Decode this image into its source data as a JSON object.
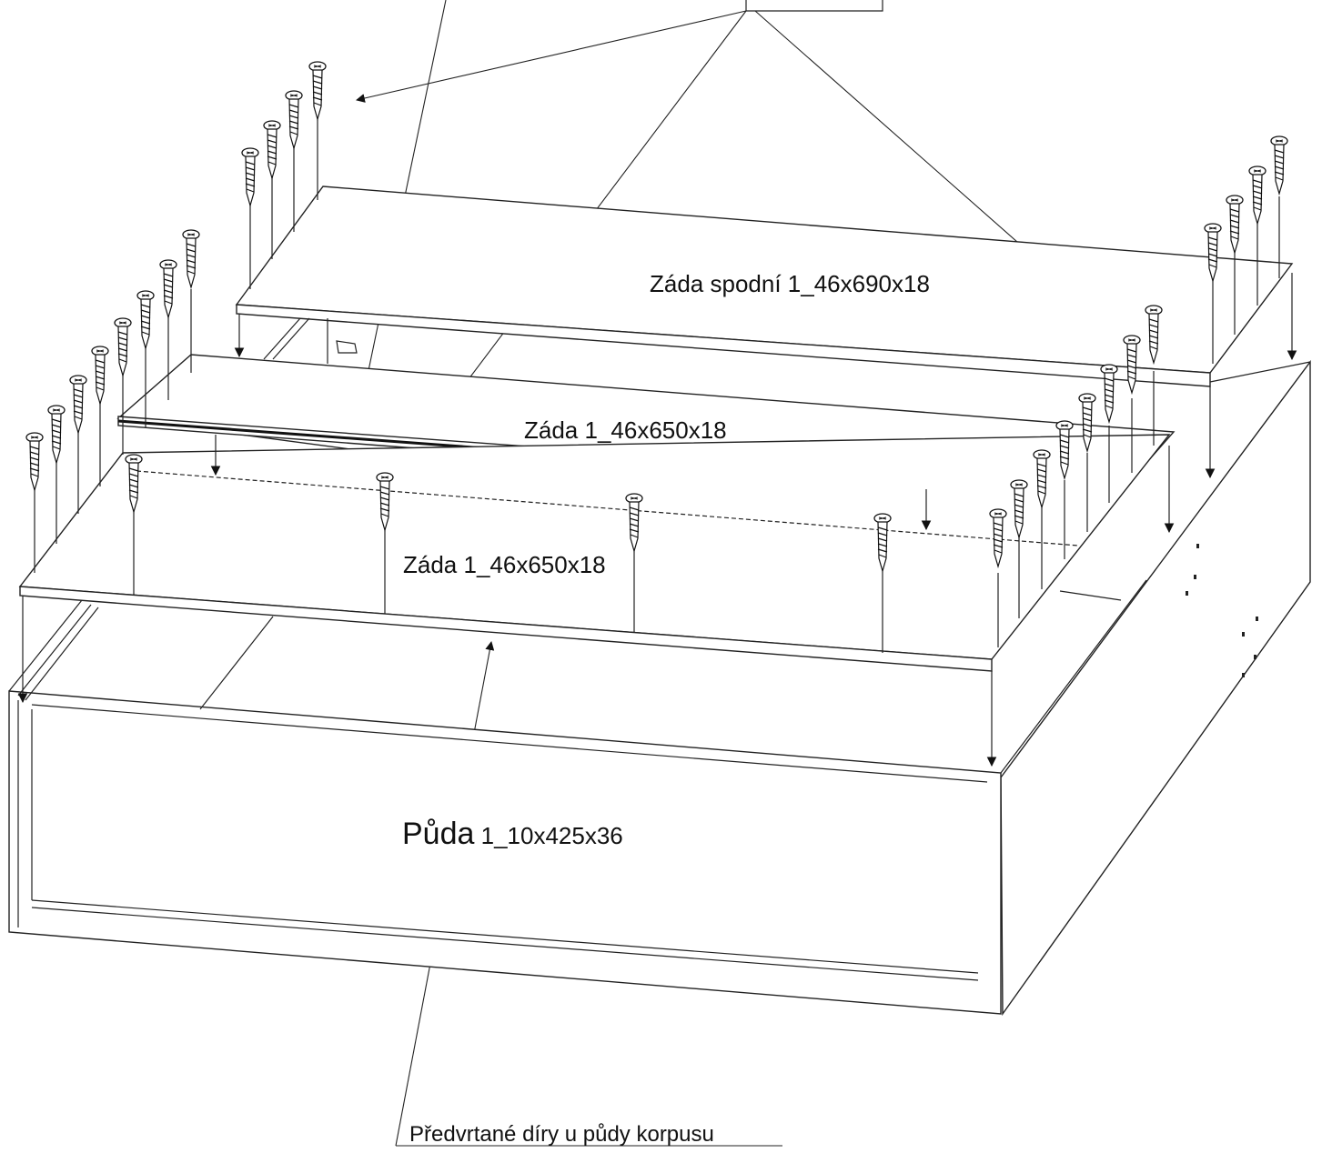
{
  "labels": {
    "zada_spodni": "Záda spodní 1_46x690x18",
    "zada_upper": "Záda 1_46x650x18",
    "zada_lower": "Záda 1_46x650x18",
    "puda_word": "Půda",
    "puda_dims": " 1_10x425x36",
    "predvrtane": "Předvrtané díry u půdy korpusu"
  },
  "icons": {
    "screw": "screw-icon",
    "arrow": "arrow-down-icon"
  },
  "colors": {
    "line": "#222222",
    "background": "#ffffff"
  }
}
